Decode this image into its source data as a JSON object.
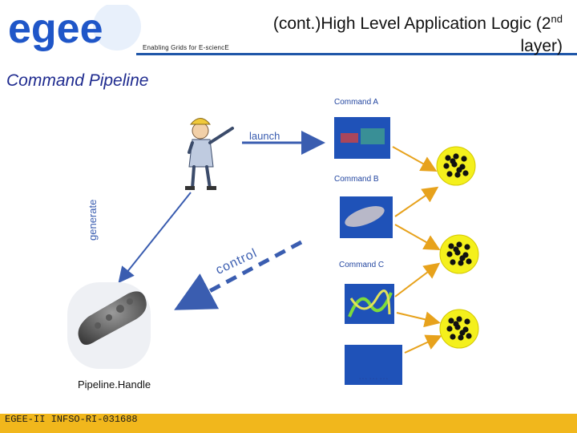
{
  "header": {
    "logo_text": "egee",
    "tagline": "Enabling Grids for E-sciencE",
    "title_part1": "(cont.)High Level Application Logic (2",
    "title_sup": "nd",
    "title_part2": "layer)"
  },
  "section_title": "Command Pipeline",
  "commands": [
    {
      "label": "Command A"
    },
    {
      "label": "Command B"
    },
    {
      "label": "Command C"
    }
  ],
  "arrows": {
    "launch": "launch",
    "generate": "generate",
    "control": "control"
  },
  "pipeline_handle_label": "Pipeline.Handle",
  "more_label": "………",
  "footer_text": "EGEE-II INFSO-RI-031688",
  "colors": {
    "header_line": "#1f56a8",
    "footer_bar": "#f1b71c",
    "arrow": "#3a5db0",
    "node_yellow": "#f4f01c",
    "command_box": "#1f52b8"
  }
}
